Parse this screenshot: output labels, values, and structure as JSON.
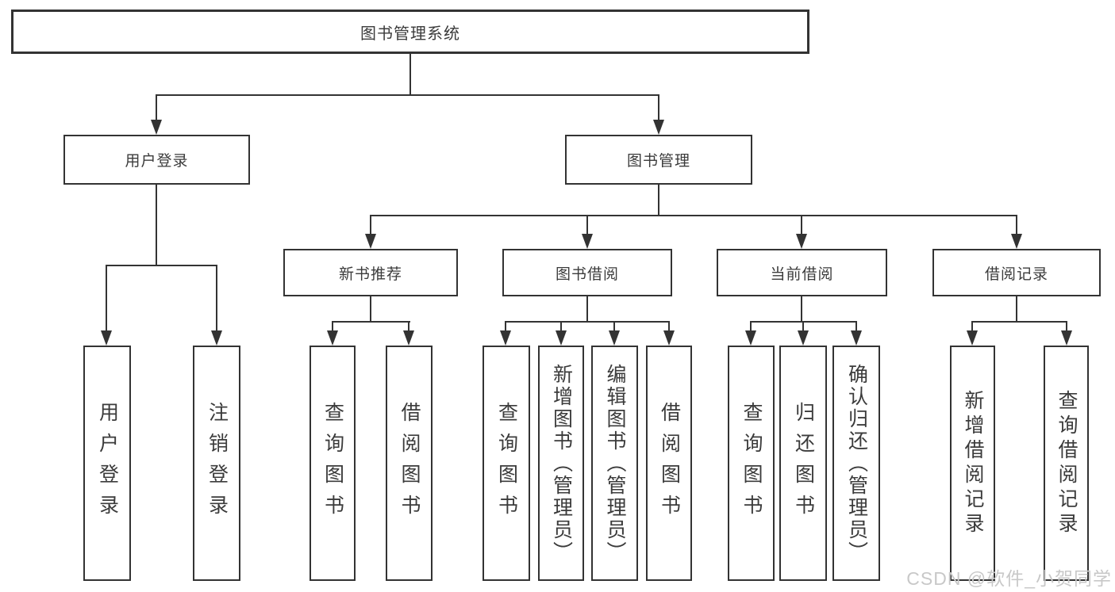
{
  "nodes": {
    "root": "图书管理系统",
    "user_login": "用户登录",
    "book_management": "图书管理",
    "new_book_recommend": "新书推荐",
    "book_borrow": "图书借阅",
    "current_borrow": "当前借阅",
    "borrow_record": "借阅记录",
    "leaf_user_login": "用户登录",
    "leaf_logout_login": "注销登录",
    "leaf_query_book_recommend": "查询图书",
    "leaf_borrow_book_recommend": "借阅图书",
    "leaf_query_book_borrow": "查询图书",
    "leaf_add_book_admin": "新增图书（管理员）",
    "leaf_edit_book_admin": "编辑图书（管理员）",
    "leaf_borrow_book_borrow": "借阅图书",
    "leaf_query_book_current": "查询图书",
    "leaf_return_book": "归还图书",
    "leaf_confirm_return_admin": "确认归还（管理员）",
    "leaf_add_borrow_record": "新增借阅记录",
    "leaf_query_borrow_record": "查询借阅记录"
  },
  "watermark": "CSDN @软件_小贺同学",
  "colors": {
    "line": "#333333",
    "text": "#3b3b3b",
    "watermark": "#c8c8c8",
    "background": "#ffffff"
  }
}
